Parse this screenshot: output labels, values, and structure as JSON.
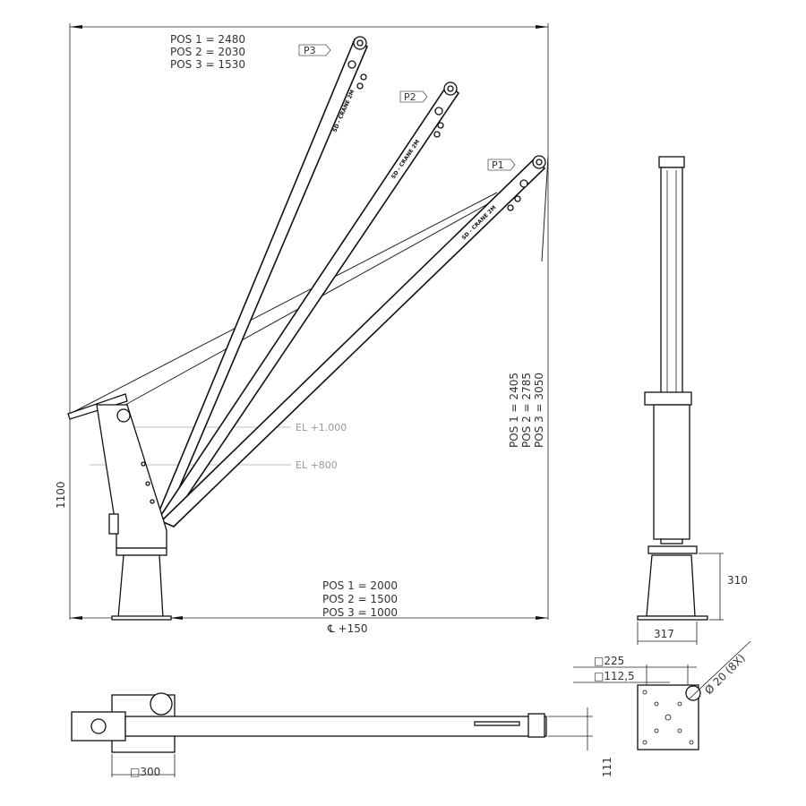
{
  "boom_length_note": [
    "POS 1 = 2480",
    "POS 2 = 2030",
    "POS 3 = 1530"
  ],
  "position_tags": [
    "P1",
    "P2",
    "P3"
  ],
  "boom_marking": "SD - CRANE 2M",
  "elevations": [
    "EL +1.000",
    "EL +800"
  ],
  "hook_height_note": [
    "POS 1 = 2405",
    "POS 2 = 2785",
    "POS 3 = 3050"
  ],
  "reach_note": [
    "POS 1 = 2000",
    "POS 2 = 1500",
    "POS 3 = 1000"
  ],
  "centerline_offset": "℄ +150",
  "mast_height": "1100",
  "pedestal_height": "310",
  "pedestal_width": "317",
  "plate_outer": "□225",
  "plate_inner": "□112,5",
  "hole_note": "Ø 20 (8X)",
  "base_square": "□300",
  "boom_width": "111"
}
